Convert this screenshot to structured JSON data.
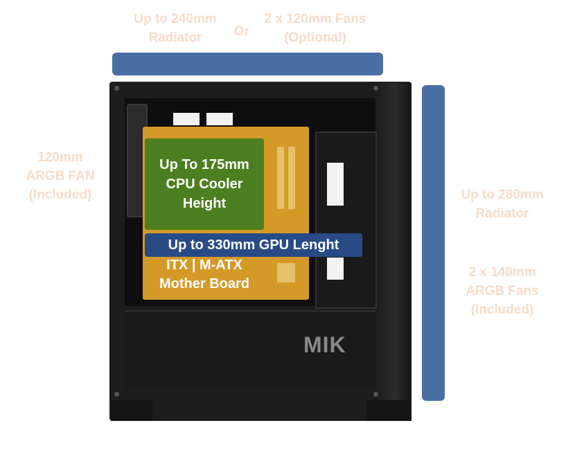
{
  "top_radiator": {
    "line1": "Up to 240mm",
    "line2": "Radiator"
  },
  "top_or": "Or",
  "top_fans": {
    "line1": "2 x 120mm Fans",
    "line2": "(Optional)"
  },
  "rear_fan": {
    "line1": "120mm",
    "line2": "ARGB FAN",
    "line3": "(Included)"
  },
  "front_radiator": {
    "line1": "Up to 280mm",
    "line2": "Radiator"
  },
  "front_fans": {
    "line1": "2 x 140mm",
    "line2": "ARGB Fans",
    "line3": "(Included)"
  },
  "cpu_cooler": {
    "line1": "Up To 175mm",
    "line2": "CPU Cooler",
    "line3": "Height"
  },
  "gpu_length": "Up to 330mm GPU Lenght",
  "motherboard": {
    "line1": "ITX | M-ATX",
    "line2": "Mother Board"
  },
  "brand_logo": "MIK",
  "colors": {
    "bar_blue": "#4a6fa5",
    "gpu_blue": "#284b86",
    "cpu_green": "#4c7f1f",
    "motherboard_orange": "#d49a28",
    "faint_text": "#f6dccb",
    "case_black": "#1d1d1d"
  }
}
